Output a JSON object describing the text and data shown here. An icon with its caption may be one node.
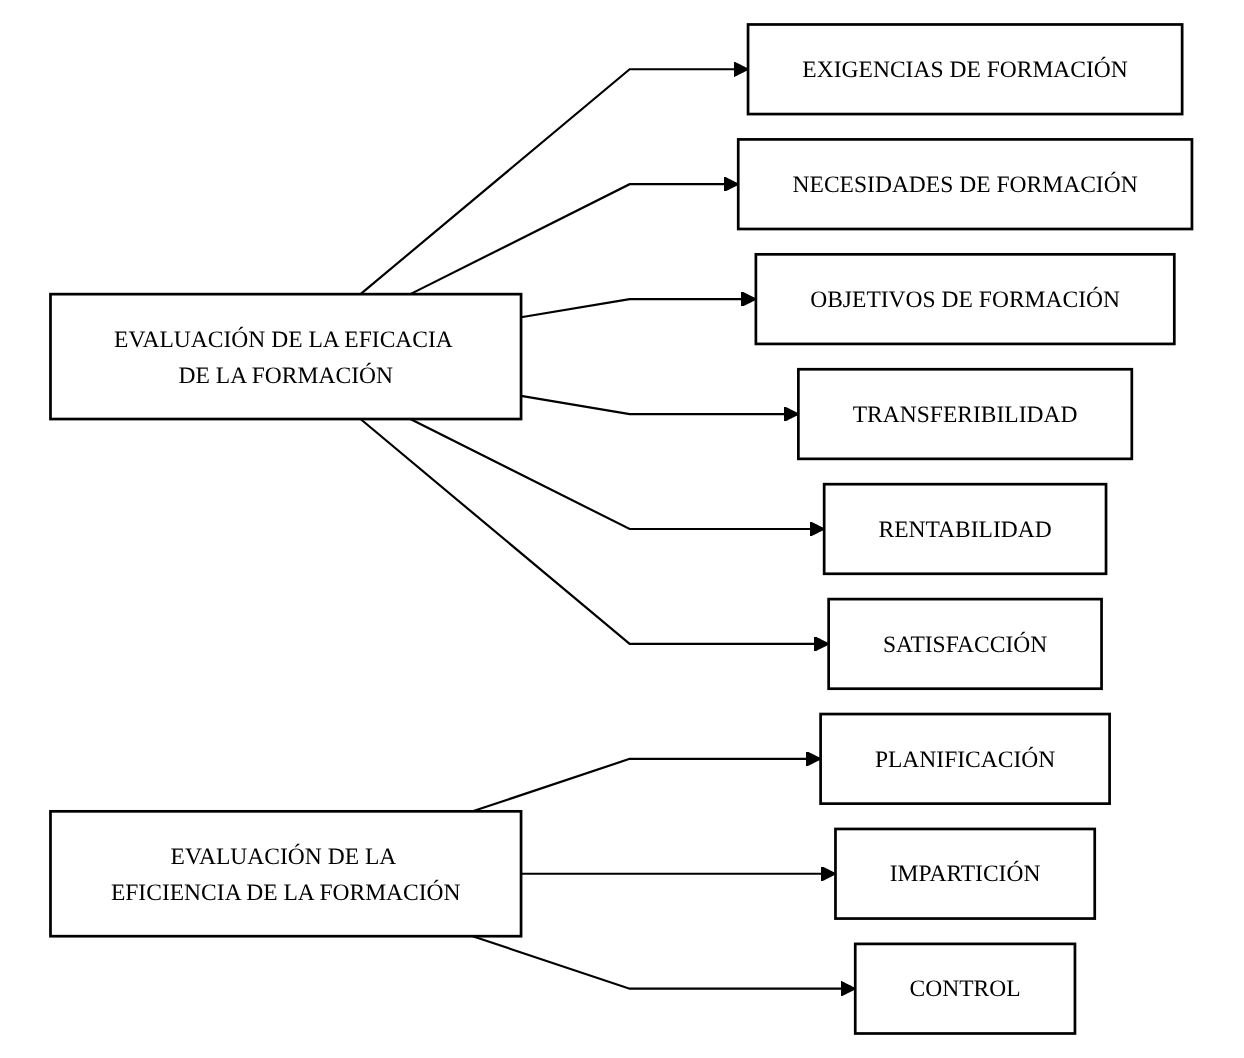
{
  "diagram": {
    "nodes": [
      {
        "text": [
          "EVALUACIÓN DE LA EFICACIA DE LA FORMACIÓN"
        ]
      },
      {
        "text": [
          "EXIGENCIAS DE FORMACIÓN"
        ]
      },
      {
        "text": [
          "NECESIDADES DE FORMACIÓN"
        ]
      },
      {
        "text": [
          "OBJETIVOS DE FORMACIÓN"
        ]
      },
      {
        "text": [
          "TRANSFERIBILIDAD"
        ]
      },
      {
        "text": [
          "RENTABILIDAD"
        ]
      },
      {
        "text": [
          "SATISFACCIÓN"
        ]
      },
      {
        "text": [
          "EVALUACIÓN DE LA EFICIENCIA DE LA FORMACIÓN"
        ]
      },
      {
        "text": [
          "PLANIFICACIÓN"
        ]
      },
      {
        "text": [
          "IMPARTICIÓN"
        ]
      },
      {
        "text": [
          "CONTROL"
        ]
      }
    ],
    "edges": [
      {
        "from": 0,
        "to": 1,
        "arrow": "to"
      },
      {
        "from": 0,
        "to": 2,
        "arrow": "to"
      },
      {
        "from": 0,
        "to": 3,
        "arrow": "to"
      },
      {
        "from": 0,
        "to": 4,
        "arrow": "to"
      },
      {
        "from": 0,
        "to": 5,
        "arrow": "to"
      },
      {
        "from": 0,
        "to": 6,
        "arrow": "to"
      },
      {
        "from": 7,
        "to": 8,
        "arrow": "to"
      },
      {
        "from": 7,
        "to": 9,
        "arrow": "to"
      },
      {
        "from": 7,
        "to": 10,
        "arrow": "to"
      }
    ]
  }
}
